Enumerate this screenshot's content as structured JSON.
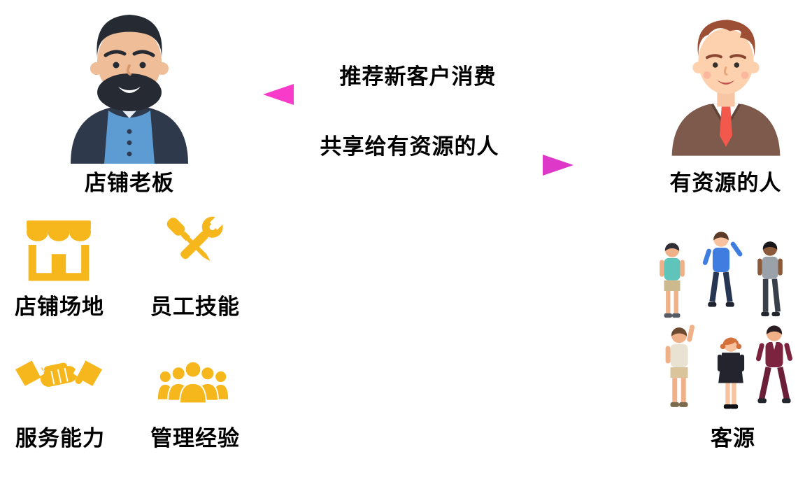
{
  "actors": {
    "owner": {
      "label": "店铺老板",
      "icon": "shop-owner-avatar"
    },
    "resource_person": {
      "label": "有资源的人",
      "icon": "resource-person-avatar"
    }
  },
  "arrows": {
    "to_owner": {
      "label": "推荐新客户消费",
      "direction": "right-to-left",
      "color_start": "#fb40cf",
      "color_end": "#d93ab8"
    },
    "to_resource": {
      "label": "共享给有资源的人",
      "direction": "left-to-right",
      "color_start": "#8b2ce2",
      "color_end": "#e83ccb"
    }
  },
  "owner_assets": [
    {
      "label": "店铺场地",
      "icon": "storefront-icon"
    },
    {
      "label": "员工技能",
      "icon": "tools-icon"
    },
    {
      "label": "服务能力",
      "icon": "handshake-icon"
    },
    {
      "label": "管理经验",
      "icon": "people-group-icon"
    }
  ],
  "customers": {
    "label": "客源",
    "icon": "customer-crowd"
  },
  "colors": {
    "asset_icon": "#F5B71B",
    "text": "#000000",
    "background": "#ffffff"
  }
}
